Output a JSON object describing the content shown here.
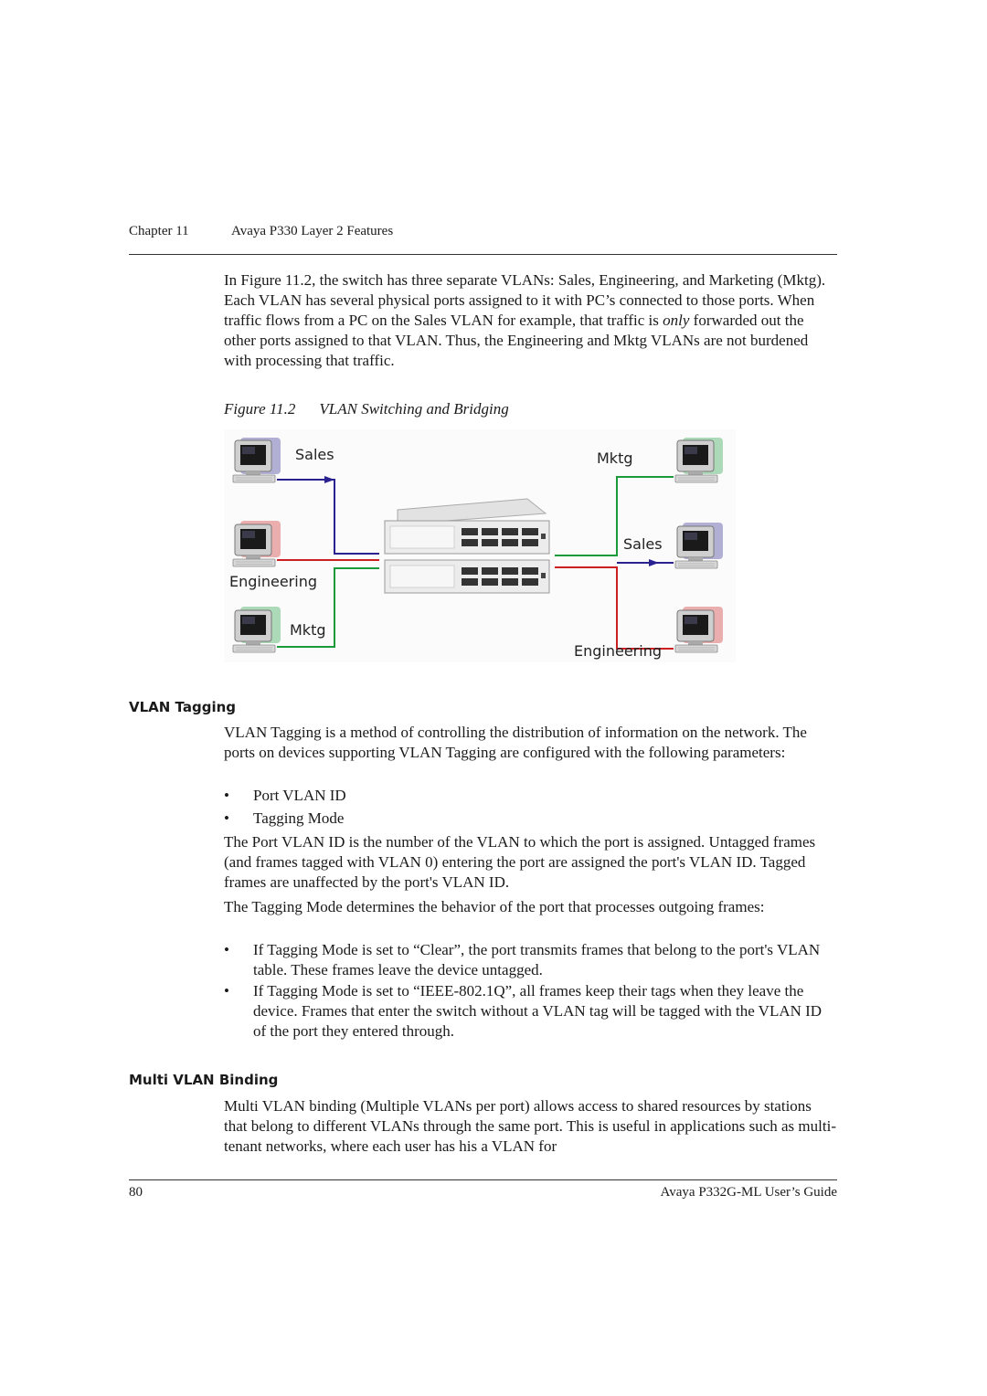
{
  "header": {
    "chapter": "Chapter 11",
    "chapter_title": "Avaya P330 Layer 2 Features"
  },
  "intro": {
    "text_before": "In Figure 11.2, the switch has three separate VLANs: Sales, Engineering, and Marketing (Mktg). Each VLAN has several physical ports assigned to it with PC’s connected to those ports. When traffic flows from a PC on the Sales VLAN for example, that traffic is ",
    "emphasis": "only",
    "text_after": " forwarded out the other ports assigned to that VLAN. Thus, the Engineering and Mktg VLANs are not burdened with processing that traffic."
  },
  "figure": {
    "number": "Figure 11.2",
    "title": "VLAN Switching and Bridging",
    "labels": {
      "sales_left": "Sales",
      "engineering_left": "Engineering",
      "mktg_left": "Mktg",
      "mktg_right": "Mktg",
      "sales_right": "Sales",
      "engineering_right": "Engineering"
    },
    "colors": {
      "sales": "#2a2290",
      "engineering": "#cc2020",
      "mktg": "#1a9a3a"
    }
  },
  "vlan_tagging": {
    "heading": "VLAN Tagging",
    "para1": "VLAN Tagging is a method of controlling the distribution of information on the network. The ports on devices supporting VLAN Tagging are configured with the following parameters:",
    "params": [
      "Port VLAN ID",
      "Tagging Mode"
    ],
    "para2": "The Port VLAN ID is the number of the VLAN to which the port is assigned. Untagged frames (and frames tagged with VLAN 0) entering the port are assigned the port's VLAN ID. Tagged frames are unaffected by the port's VLAN ID.",
    "para3": "The Tagging Mode determines the behavior of the port that processes outgoing frames:",
    "modes": [
      "If Tagging Mode is set to “Clear”, the port transmits frames that belong to the port's VLAN table. These frames leave the device untagged.",
      "If Tagging Mode is set to “IEEE-802.1Q”, all frames keep their tags when they leave the device. Frames that enter the switch without a VLAN tag will be tagged with the VLAN ID of the port they entered through."
    ]
  },
  "multi_vlan": {
    "heading": "Multi VLAN Binding",
    "para": "Multi VLAN binding (Multiple VLANs per port) allows access to shared resources by stations that belong to different VLANs through the same port. This is useful in applications such as multi-tenant networks, where each user has his a VLAN for"
  },
  "footer": {
    "page": "80",
    "guide": "Avaya P332G-ML User’s Guide"
  }
}
